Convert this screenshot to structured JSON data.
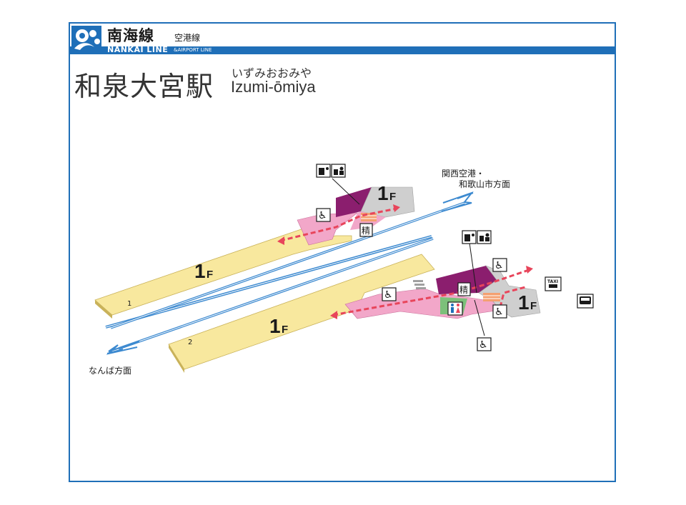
{
  "header": {
    "line_name": "南海線",
    "line_sub": "空港線",
    "brand_main": "NANKAI LINE",
    "brand_sub": "&AIRPORT LINE",
    "logo_icon": "nankai-logo-icon"
  },
  "station": {
    "name_kanji": "和泉大宮駅",
    "name_kana": "いずみおおみや",
    "name_roman": "Izumi-ōmiya"
  },
  "directions": {
    "up": [
      "関西空港・",
      "和歌山市方面"
    ],
    "down": "なんば方面"
  },
  "platforms": {
    "p1_number": "1",
    "p2_number": "2",
    "floor_label": "1",
    "floor_suffix": "F"
  },
  "facilities": {
    "fare_adjust": "精",
    "taxi": "TAXI"
  },
  "colors": {
    "frame": "#1f6fb8",
    "platform": "#f8e89e",
    "concourse": "#f2a7c9",
    "office": "#8b1e6e",
    "ground": "#cfcfcf",
    "track": "#3d8ad0",
    "route": "#e8455b"
  },
  "icons": [
    "ticket-machine-icon",
    "fare-adjustment-icon",
    "wheelchair-icon",
    "toilet-icon",
    "taxi-icon",
    "bus-icon",
    "stairs-icon",
    "escalator-icon"
  ]
}
